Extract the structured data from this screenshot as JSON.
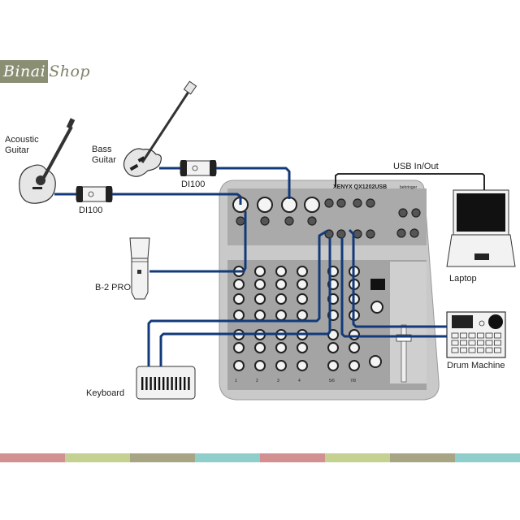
{
  "brand": {
    "part1": "Binai",
    "part2": "Shop"
  },
  "labels": {
    "acoustic_guitar": "Acoustic Guitar",
    "bass_guitar": "Bass Guitar",
    "di100_bass": "DI100",
    "di100_acoustic": "DI100",
    "usb": "USB In/Out",
    "laptop": "Laptop",
    "mic": "B-2 PRO",
    "keyboard": "Keyboard",
    "drum_machine": "Drum Machine"
  },
  "mixer": {
    "model": "XENYX QX1202USB",
    "brand": "behringer",
    "channel_labels": [
      "1",
      "2",
      "3",
      "4",
      "5/6",
      "7/8"
    ]
  },
  "colors": {
    "cable": "#123a7a",
    "usb_cable": "#111111",
    "mixer_body": "#c9c9c9",
    "mixer_panel": "#a9a9a9",
    "strip": [
      "#d39090",
      "#c4d190",
      "#a8a585",
      "#8ecfcc",
      "#d39090",
      "#c4d190",
      "#a8a585",
      "#8ecfcc"
    ]
  }
}
